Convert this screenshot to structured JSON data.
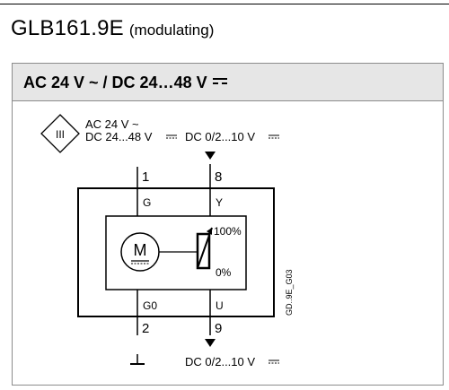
{
  "header": {
    "model": "GLB161.9E",
    "note": "(modulating)"
  },
  "panel": {
    "title": "AC 24 V ~ / DC 24…48 V"
  },
  "diagram": {
    "supply_line1": "AC 24 V ~",
    "supply_line2": "DC 24...48 V",
    "input_signal": "DC 0/2...10 V",
    "output_signal": "DC 0/2...10 V",
    "class_symbol": "III",
    "terminals": {
      "t1": "1",
      "t8": "8",
      "t2": "2",
      "t9": "9",
      "g": "G",
      "y": "Y",
      "g0": "G0",
      "u": "U"
    },
    "motor_label": "M",
    "pot_top": "100%",
    "pot_bottom": "0%",
    "drawing_code": "GD..9E_G03"
  }
}
